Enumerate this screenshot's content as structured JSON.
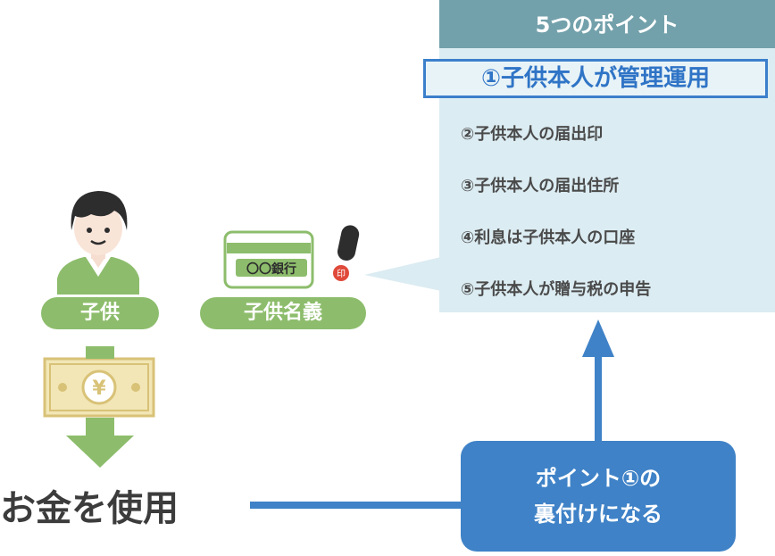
{
  "panel": {
    "title": "5つのポイント",
    "highlight": "①子供本人が管理運用",
    "points": [
      "②子供本人の届出印",
      "③子供本人の届出住所",
      "④利息は子供本人の口座",
      "⑤子供本人が贈与税の申告"
    ]
  },
  "labels": {
    "child": "子供",
    "child_name_account": "子供名義",
    "bank_text": "〇〇銀行",
    "yen": "¥",
    "use_money": "お金を使用",
    "seal_char": "印"
  },
  "callout": {
    "line1": "ポイント①の",
    "line2": "裏付けになる"
  },
  "colors": {
    "green": "#8dbd6c",
    "panel_bg": "#dbecf2",
    "panel_head": "#73a1ab",
    "blue": "#3f82c7",
    "gold": "#d8c277"
  }
}
